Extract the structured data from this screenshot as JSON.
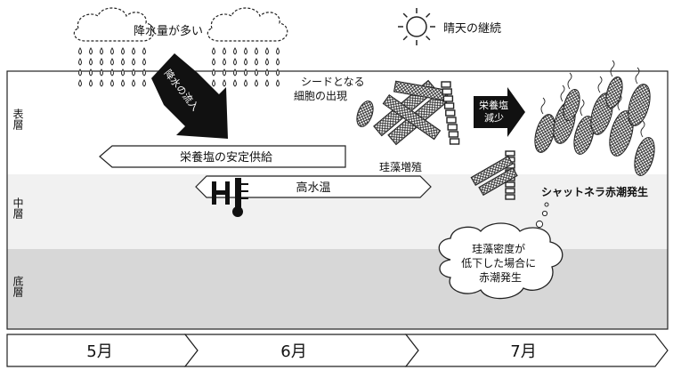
{
  "weather": {
    "rain_label": "降水量が多い",
    "sunny_label": "晴天の継続"
  },
  "layers": {
    "surface": "表層",
    "middle": "中層",
    "bottom": "底層"
  },
  "arrows": {
    "inflow": "降水の流入",
    "nutrient_decrease": "栄養塩減少"
  },
  "bands": {
    "nutrient_supply": "栄養塩の安定供給",
    "high_temp": "高水温"
  },
  "events": {
    "seed_cells": "シードとなる細胞の出現",
    "diatom_growth": "珪藻増殖",
    "red_tide": "シャットネラ赤潮発生",
    "cloud_note": "珪藻密度が低下した場合に赤潮発生"
  },
  "timeline": {
    "months": [
      "5月",
      "6月",
      "7月"
    ]
  },
  "colors": {
    "layer_surface": "#ffffff",
    "layer_middle": "#f1f1f1",
    "layer_bottom": "#d7d7d7",
    "arrow_fill": "#111111"
  }
}
